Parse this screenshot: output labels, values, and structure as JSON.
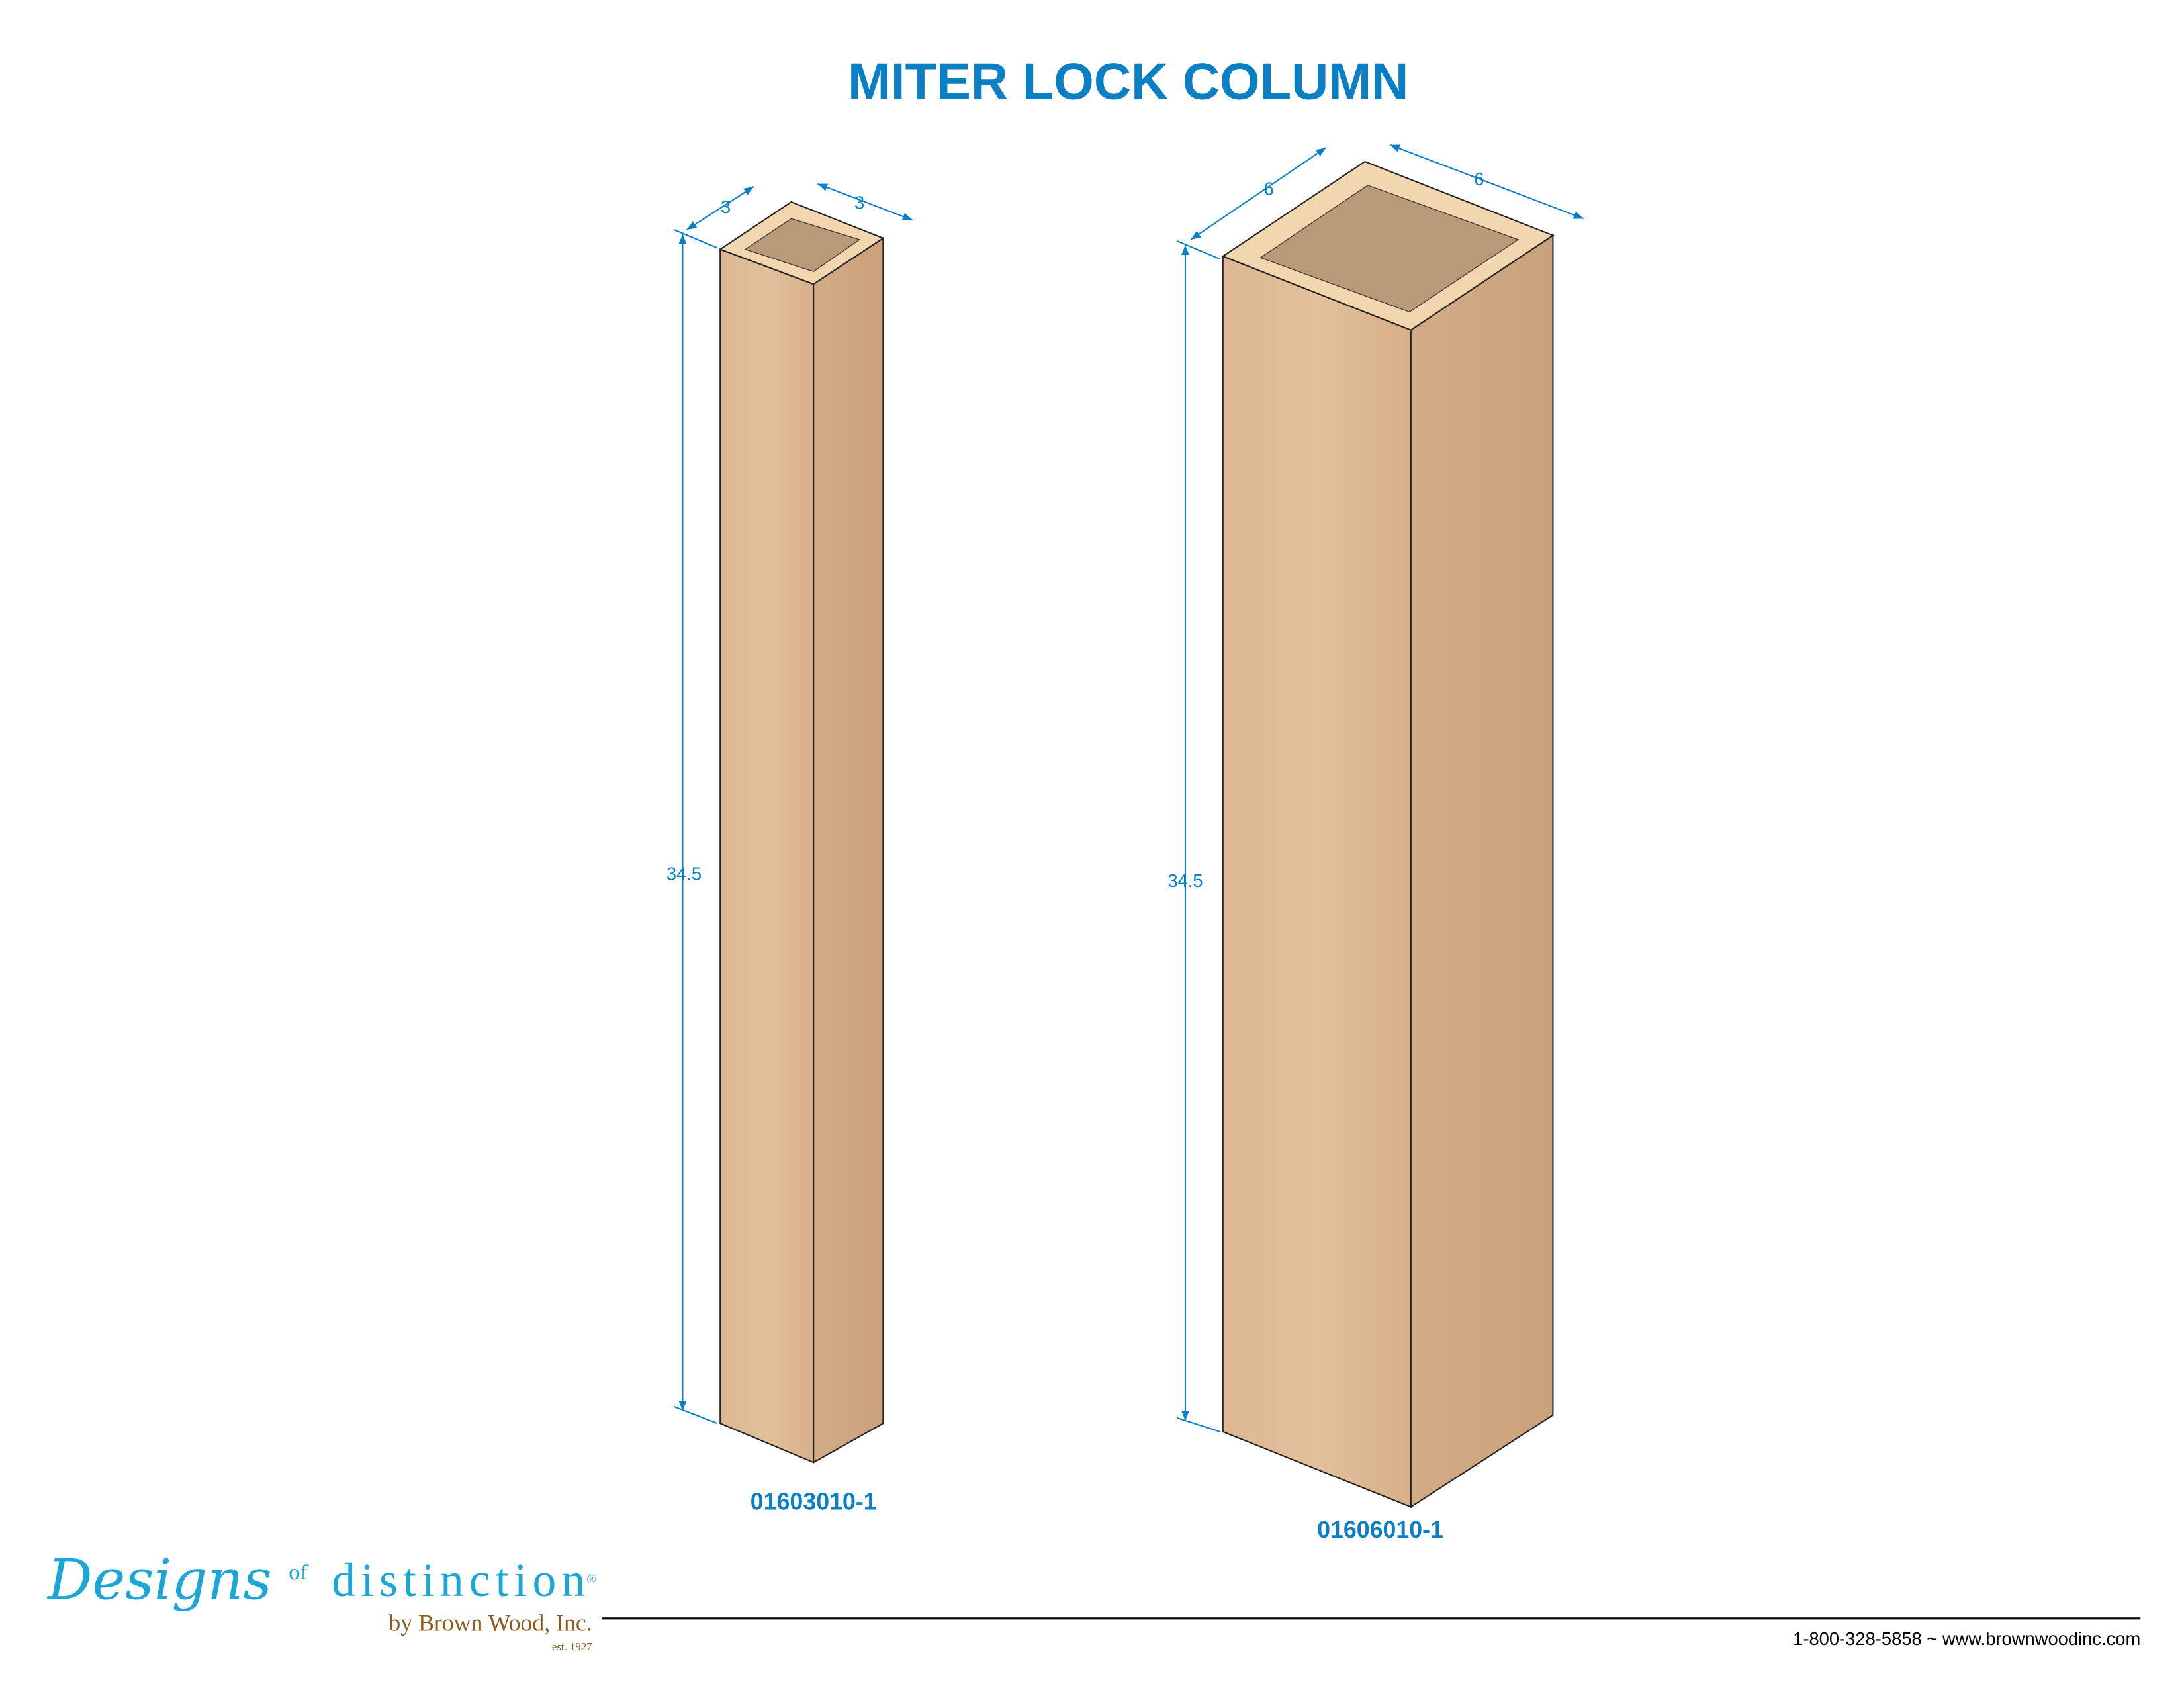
{
  "title": "MITER LOCK COLUMN",
  "columns": [
    {
      "part_number": "01603010-1",
      "width": "3",
      "depth": "3",
      "height": "34.5"
    },
    {
      "part_number": "01606010-1",
      "width": "6",
      "depth": "6",
      "height": "34.5"
    }
  ],
  "logo": {
    "word1": "Designs",
    "word2": "of",
    "word3": "distinction",
    "registered": "®",
    "byline": "by Brown Wood, Inc.",
    "established": "est. 1927"
  },
  "footer": {
    "contact": "1-800-328-5858 ~ www.brownwoodinc.com"
  },
  "colors": {
    "accent": "#0a7fc4",
    "logo_blue": "#1aa6d6",
    "logo_brown": "#8a5a1c"
  }
}
